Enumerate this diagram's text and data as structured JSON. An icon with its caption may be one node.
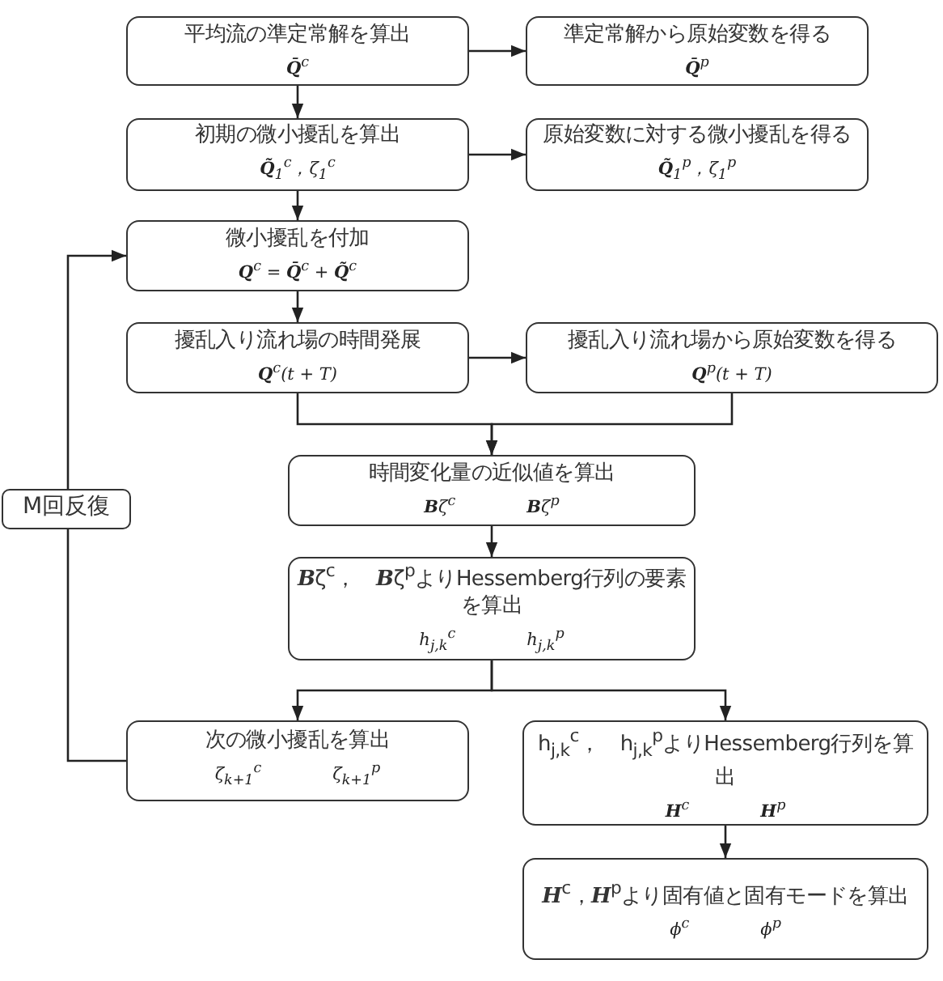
{
  "diagram": {
    "nodes": [
      {
        "text": [
          "平均流の準定常解を算出",
          "**Q̄**$^{c}$"
        ]
      },
      {
        "text": [
          "準定常解から原始変数を得る",
          "**Q̄**$^{p}$"
        ]
      },
      {
        "text": [
          "初期の微小擾乱を算出",
          "**Q̃**$_{1}$$^{c}$，ζ$_{1}$$^{c}$"
        ]
      },
      {
        "text": [
          "原始変数に対する微小擾乱を得る",
          "**Q̃**$_{1}$$^{p}$，ζ$_{1}$$^{p}$"
        ]
      },
      {
        "text": [
          "微小擾乱を付加",
          "**Q**$^{c}$ = **Q̄**$^{c}$ + **Q̃**$^{c}$"
        ]
      },
      {
        "text": [
          "擾乱入り流れ場の時間発展",
          "**Q**$^{c}$(t + T)"
        ]
      },
      {
        "text": [
          "擾乱入り流れ場から原始変数を得る",
          "**Q**$^{p}$(t + T)"
        ]
      },
      {
        "text": [
          "時間変化量の近似値を算出",
          "**B**ζ$^{c}$",
          "**B**ζ$^{p}$"
        ]
      },
      {
        "text": [
          "**B**ζ$^{c}$，　**B**ζ$^{p}$よりHessemberg行列の要素を算出",
          "h$_{j,k}$$^{c}$",
          "h$_{j,k}$$^{p}$"
        ]
      },
      {
        "text": [
          "次の微小擾乱を算出",
          "ζ$_{k+1}$$^{c}$",
          "ζ$_{k+1}$$^{p}$"
        ]
      },
      {
        "text": [
          "h$_{j,k}$$^{c}$，　h$_{j,k}$$^{p}$よりHessemberg行列を算出",
          "**H**$^{c}$",
          "**H**$^{p}$"
        ]
      },
      {
        "text": [
          "**H**$^{c}$，**H**$^{p}$より固有値と固有モードを算出",
          "ϕ$^{c}$",
          "ϕ$^{p}$"
        ]
      }
    ],
    "edges": [
      {
        "from": 0,
        "to": 1,
        "arrow": "to"
      },
      {
        "from": 0,
        "to": 2,
        "arrow": "to"
      },
      {
        "from": 2,
        "to": 3,
        "arrow": "to"
      },
      {
        "from": 2,
        "to": 4,
        "arrow": "to"
      },
      {
        "from": 4,
        "to": 5,
        "arrow": "to"
      },
      {
        "from": 5,
        "to": 6,
        "arrow": "to"
      },
      {
        "from": 5,
        "to": 7,
        "arrow": "to"
      },
      {
        "from": 6,
        "to": 7,
        "arrow": "to"
      },
      {
        "from": 7,
        "to": 8,
        "arrow": "to"
      },
      {
        "from": 8,
        "to": 9,
        "arrow": "to"
      },
      {
        "from": 8,
        "to": 10,
        "arrow": "to"
      },
      {
        "from": 10,
        "to": 11,
        "arrow": "to"
      },
      {
        "from": 9,
        "to": 4,
        "arrow": "to",
        "label": "M回反復"
      }
    ]
  }
}
